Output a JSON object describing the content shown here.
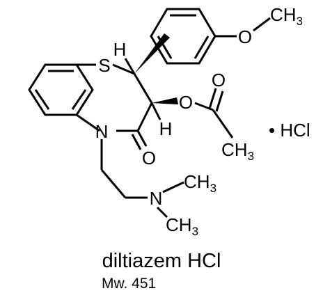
{
  "diagram": {
    "atoms": {
      "S": "S",
      "H_top": "H",
      "H_mid": "H",
      "O_ether": "O",
      "CH3_ether": "CH",
      "CH3_ether_sub": "3",
      "O_ester": "O",
      "O_carbonyl_ester": "O",
      "CH3_acetyl": "CH",
      "CH3_acetyl_sub": "3",
      "N_ring": "N",
      "O_ring_carbonyl": "O",
      "N_amine": "N",
      "CH3_amine_1": "CH",
      "CH3_amine_1_sub": "3",
      "CH3_amine_2": "CH",
      "CH3_amine_2_sub": "3"
    },
    "salt": "• HCl",
    "name": "diltiazem HCl",
    "mw": "Mw. 451"
  }
}
